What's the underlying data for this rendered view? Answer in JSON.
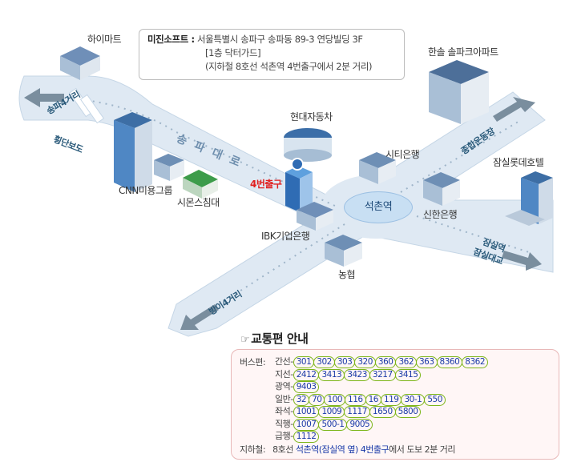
{
  "callout": {
    "name": "미진소프트 :",
    "line1": "서울특별시 송파구 송파동 89-3 연당빌딩 3F",
    "line2": "[1층 닥터가드]",
    "line3": "(지하철 8호선 석촌역 4번출구에서 2분 거리)"
  },
  "roads": {
    "songpadaero": "송 파 대 로",
    "songpa4": "송파4거리",
    "crosswalk": "횡단보도",
    "jonghap": "종합운동장",
    "jamsil_line1": "잠실역",
    "jamsil_line2": "잠실대교",
    "bangi4": "방이4거리"
  },
  "places": {
    "himart": "하이마트",
    "cnn": "CNN미용그룹",
    "simmons": "시몬스침대",
    "hyundai": "현대자동차",
    "ibk": "IBK기업은행",
    "citi": "시티은행",
    "shinhan": "신한은행",
    "nonghyup": "농협",
    "hansol": "한솔 솔파크아파트",
    "lotte": "잠실롯데호텔"
  },
  "exit_label": "4번출구",
  "station": "석촌역",
  "traffic": {
    "title": "교통편 안내",
    "hand_icon": "☞",
    "bus_prefix": "버스편:",
    "rows": [
      {
        "type": "간선-",
        "routes": [
          "301",
          "302",
          "303",
          "320",
          "360",
          "362",
          "363",
          "8360",
          "8362"
        ]
      },
      {
        "type": "지선-",
        "routes": [
          "2412",
          "3413",
          "3423",
          "3217",
          "3415"
        ]
      },
      {
        "type": "광역-",
        "routes": [
          "9403"
        ]
      },
      {
        "type": "일반-",
        "routes": [
          "32",
          "70",
          "100",
          "116",
          "16",
          "119",
          "30-1",
          "550"
        ]
      },
      {
        "type": "좌석-",
        "routes": [
          "1001",
          "1009",
          "1117",
          "1650",
          "5800"
        ]
      },
      {
        "type": "직행-",
        "routes": [
          "1007",
          "500-1",
          "9005"
        ]
      },
      {
        "type": "급행-",
        "routes": [
          "1112"
        ]
      }
    ],
    "subway_prefix": "지하철:",
    "subway_line": "8호선",
    "subway_highlight": "석촌역(잠실역 옆) 4번출구",
    "subway_suffix": "에서 도보 2분 거리"
  },
  "colors": {
    "road": "#dfe9f3",
    "road_edge": "#b9cde0",
    "arrow": "#7a8e9e",
    "exit_red": "#e02020",
    "chip_border": "#7cb518",
    "chip_text": "#1a3aa8"
  }
}
